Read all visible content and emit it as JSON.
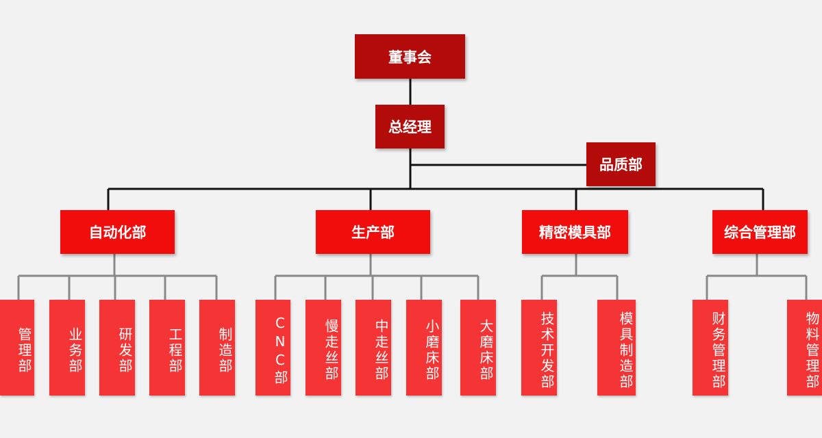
{
  "colors": {
    "dark_box": "#b30a0a",
    "dept_box": "#f20d0d",
    "sub_box": "#f53535",
    "main_line": "#111111",
    "sub_line": "#888888"
  },
  "board": "董事会",
  "gm": "总经理",
  "quality": "品质部",
  "departments": [
    {
      "name": "自动化部",
      "subs": [
        "管理部",
        "业务部",
        "研发部",
        "工程部",
        "制造部"
      ]
    },
    {
      "name": "生产部",
      "subs": [
        "CNC部",
        "慢走丝部",
        "中走丝部",
        "小磨床部",
        "大磨床部"
      ]
    },
    {
      "name": "精密模具部",
      "subs": [
        "技术开发部",
        "模具制造部"
      ]
    },
    {
      "name": "综合管理部",
      "subs": [
        "财务管理部",
        "物料管理部"
      ]
    }
  ]
}
